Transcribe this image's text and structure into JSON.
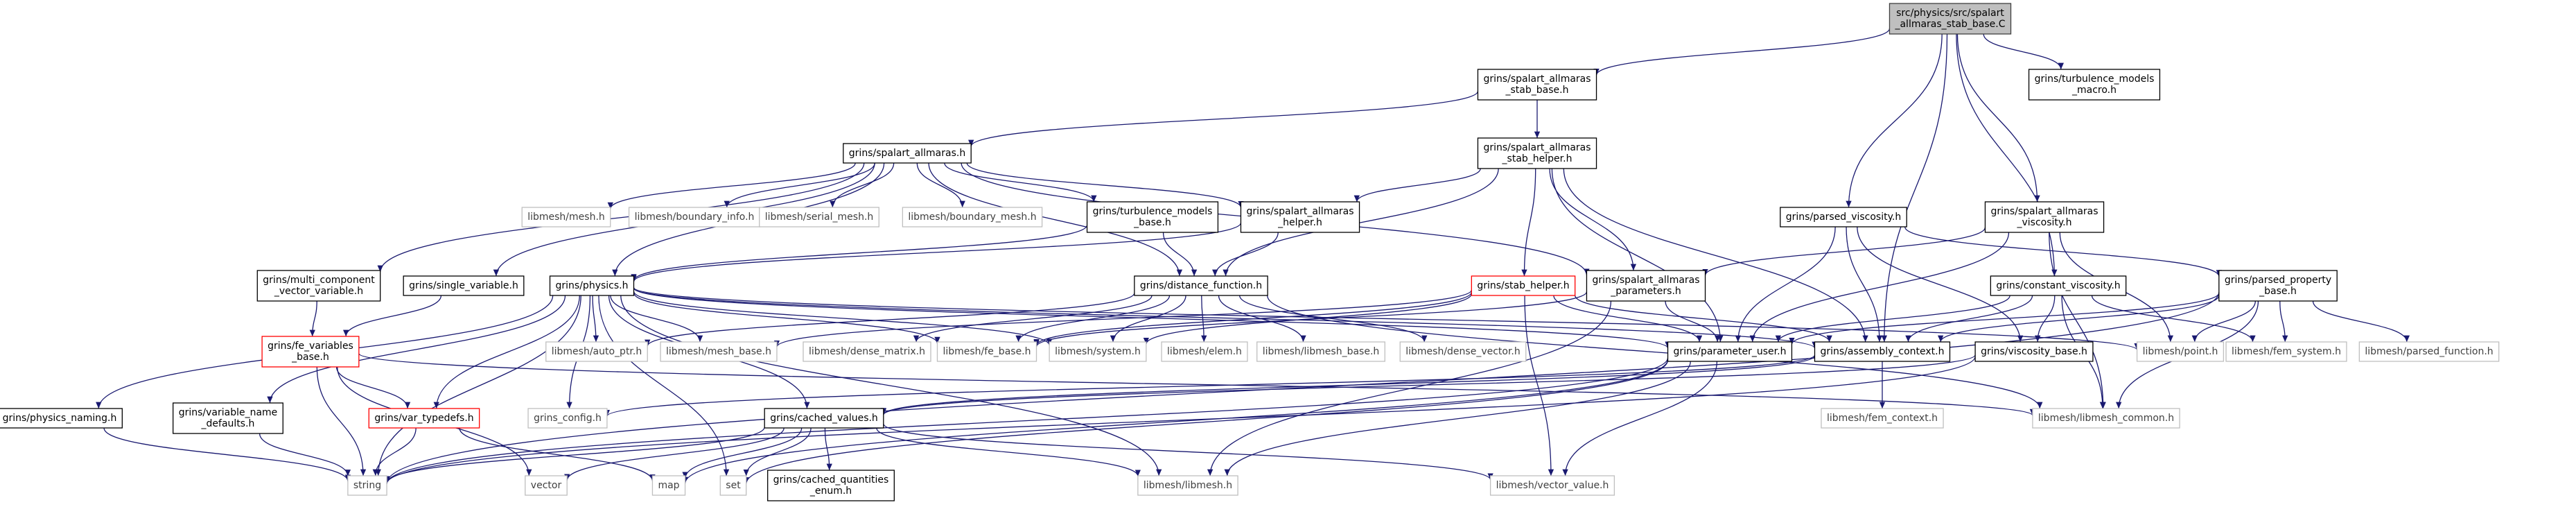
{
  "colors": {
    "edge": "#191970",
    "root_fill": "#bfbfbf",
    "node_border": "#000000",
    "error_border": "#ff0000",
    "external_border": "#bfbfbf",
    "external_text": "#404040",
    "text": "#000000"
  },
  "nodes": [
    {
      "id": "root",
      "kind": "root",
      "lines": [
        "src/physics/src/spalart",
        "_allmaras_stab_base.C"
      ]
    },
    {
      "id": "sa_stab_base",
      "kind": "normal",
      "lines": [
        "grins/spalart_allmaras",
        "_stab_base.h"
      ]
    },
    {
      "id": "turb_models_macro",
      "kind": "normal",
      "lines": [
        "grins/turbulence_models",
        "_macro.h"
      ]
    },
    {
      "id": "sa_h",
      "kind": "normal",
      "lines": [
        "grins/spalart_allmaras.h"
      ]
    },
    {
      "id": "sa_stab_helper",
      "kind": "normal",
      "lines": [
        "grins/spalart_allmaras",
        "_stab_helper.h"
      ]
    },
    {
      "id": "mesh_h",
      "kind": "external",
      "lines": [
        "libmesh/mesh.h"
      ]
    },
    {
      "id": "boundary_info",
      "kind": "external",
      "lines": [
        "libmesh/boundary_info.h"
      ]
    },
    {
      "id": "serial_mesh",
      "kind": "external",
      "lines": [
        "libmesh/serial_mesh.h"
      ]
    },
    {
      "id": "boundary_mesh",
      "kind": "external",
      "lines": [
        "libmesh/boundary_mesh.h"
      ]
    },
    {
      "id": "turb_models_base",
      "kind": "normal",
      "lines": [
        "grins/turbulence_models",
        "_base.h"
      ]
    },
    {
      "id": "sa_helper",
      "kind": "normal",
      "lines": [
        "grins/spalart_allmaras",
        "_helper.h"
      ]
    },
    {
      "id": "parsed_viscosity",
      "kind": "normal",
      "lines": [
        "grins/parsed_viscosity.h"
      ]
    },
    {
      "id": "sa_viscosity",
      "kind": "normal",
      "lines": [
        "grins/spalart_allmaras",
        "_viscosity.h"
      ]
    },
    {
      "id": "multi_comp",
      "kind": "normal",
      "lines": [
        "grins/multi_component",
        "_vector_variable.h"
      ]
    },
    {
      "id": "single_var",
      "kind": "normal",
      "lines": [
        "grins/single_variable.h"
      ]
    },
    {
      "id": "physics_h",
      "kind": "normal",
      "lines": [
        "grins/physics.h"
      ]
    },
    {
      "id": "distance_fn",
      "kind": "normal",
      "lines": [
        "grins/distance_function.h"
      ]
    },
    {
      "id": "stab_helper",
      "kind": "error",
      "lines": [
        "grins/stab_helper.h"
      ]
    },
    {
      "id": "sa_params",
      "kind": "normal",
      "lines": [
        "grins/spalart_allmaras",
        "_parameters.h"
      ]
    },
    {
      "id": "constant_visc",
      "kind": "normal",
      "lines": [
        "grins/constant_viscosity.h"
      ]
    },
    {
      "id": "parsed_prop",
      "kind": "normal",
      "lines": [
        "grins/parsed_property",
        "_base.h"
      ]
    },
    {
      "id": "fe_variables",
      "kind": "error",
      "lines": [
        "grins/fe_variables",
        "_base.h"
      ]
    },
    {
      "id": "auto_ptr",
      "kind": "external",
      "lines": [
        "libmesh/auto_ptr.h"
      ]
    },
    {
      "id": "mesh_base",
      "kind": "external",
      "lines": [
        "libmesh/mesh_base.h"
      ]
    },
    {
      "id": "dense_matrix",
      "kind": "external",
      "lines": [
        "libmesh/dense_matrix.h"
      ]
    },
    {
      "id": "fe_base",
      "kind": "external",
      "lines": [
        "libmesh/fe_base.h"
      ]
    },
    {
      "id": "system_h",
      "kind": "external",
      "lines": [
        "libmesh/system.h"
      ]
    },
    {
      "id": "elem_h",
      "kind": "external",
      "lines": [
        "libmesh/elem.h"
      ]
    },
    {
      "id": "libmesh_base",
      "kind": "external",
      "lines": [
        "libmesh/libmesh_base.h"
      ]
    },
    {
      "id": "dense_vector",
      "kind": "external",
      "lines": [
        "libmesh/dense_vector.h"
      ]
    },
    {
      "id": "param_user",
      "kind": "normal",
      "lines": [
        "grins/parameter_user.h"
      ]
    },
    {
      "id": "assembly_ctx",
      "kind": "normal",
      "lines": [
        "grins/assembly_context.h"
      ]
    },
    {
      "id": "viscosity_base",
      "kind": "normal",
      "lines": [
        "grins/viscosity_base.h"
      ]
    },
    {
      "id": "point_h",
      "kind": "external",
      "lines": [
        "libmesh/point.h"
      ]
    },
    {
      "id": "fem_system",
      "kind": "external",
      "lines": [
        "libmesh/fem_system.h"
      ]
    },
    {
      "id": "parsed_function",
      "kind": "external",
      "lines": [
        "libmesh/parsed_function.h"
      ]
    },
    {
      "id": "physics_naming",
      "kind": "normal",
      "lines": [
        "grins/physics_naming.h"
      ]
    },
    {
      "id": "var_name_defaults",
      "kind": "normal",
      "lines": [
        "grins/variable_name",
        "_defaults.h"
      ]
    },
    {
      "id": "var_typedefs",
      "kind": "error",
      "lines": [
        "grins/var_typedefs.h"
      ]
    },
    {
      "id": "grins_config",
      "kind": "external",
      "lines": [
        "grins_config.h"
      ]
    },
    {
      "id": "cached_values",
      "kind": "normal",
      "lines": [
        "grins/cached_values.h"
      ]
    },
    {
      "id": "fem_context",
      "kind": "external",
      "lines": [
        "libmesh/fem_context.h"
      ]
    },
    {
      "id": "libmesh_common",
      "kind": "external",
      "lines": [
        "libmesh/libmesh_common.h"
      ]
    },
    {
      "id": "string",
      "kind": "external",
      "lines": [
        "string"
      ]
    },
    {
      "id": "vector",
      "kind": "external",
      "lines": [
        "vector"
      ]
    },
    {
      "id": "map",
      "kind": "external",
      "lines": [
        "map"
      ]
    },
    {
      "id": "set",
      "kind": "external",
      "lines": [
        "set"
      ]
    },
    {
      "id": "cached_quantities",
      "kind": "normal",
      "lines": [
        "grins/cached_quantities",
        "_enum.h"
      ]
    },
    {
      "id": "libmesh_h",
      "kind": "external",
      "lines": [
        "libmesh/libmesh.h"
      ]
    },
    {
      "id": "vector_value",
      "kind": "external",
      "lines": [
        "libmesh/vector_value.h"
      ]
    }
  ],
  "edges": [
    [
      "root",
      "sa_stab_base"
    ],
    [
      "root",
      "turb_models_macro"
    ],
    [
      "root",
      "parsed_viscosity"
    ],
    [
      "root",
      "sa_viscosity"
    ],
    [
      "root",
      "constant_visc"
    ],
    [
      "root",
      "assembly_ctx"
    ],
    [
      "sa_stab_base",
      "sa_h"
    ],
    [
      "sa_stab_base",
      "sa_stab_helper"
    ],
    [
      "sa_h",
      "multi_comp"
    ],
    [
      "sa_h",
      "single_var"
    ],
    [
      "sa_h",
      "physics_h"
    ],
    [
      "sa_h",
      "mesh_h"
    ],
    [
      "sa_h",
      "boundary_info"
    ],
    [
      "sa_h",
      "serial_mesh"
    ],
    [
      "sa_h",
      "boundary_mesh"
    ],
    [
      "sa_h",
      "turb_models_base"
    ],
    [
      "sa_h",
      "sa_helper"
    ],
    [
      "sa_h",
      "distance_fn"
    ],
    [
      "sa_h",
      "sa_params"
    ],
    [
      "sa_stab_helper",
      "sa_helper"
    ],
    [
      "sa_stab_helper",
      "distance_fn"
    ],
    [
      "sa_stab_helper",
      "stab_helper"
    ],
    [
      "sa_stab_helper",
      "sa_params"
    ],
    [
      "sa_stab_helper",
      "param_user"
    ],
    [
      "sa_stab_helper",
      "assembly_ctx"
    ],
    [
      "turb_models_base",
      "physics_h"
    ],
    [
      "turb_models_base",
      "distance_fn"
    ],
    [
      "sa_helper",
      "physics_h"
    ],
    [
      "sa_helper",
      "distance_fn"
    ],
    [
      "parsed_viscosity",
      "parsed_prop"
    ],
    [
      "parsed_viscosity",
      "param_user"
    ],
    [
      "parsed_viscosity",
      "assembly_ctx"
    ],
    [
      "parsed_viscosity",
      "viscosity_base"
    ],
    [
      "sa_viscosity",
      "sa_params"
    ],
    [
      "sa_viscosity",
      "param_user"
    ],
    [
      "sa_viscosity",
      "point_h"
    ],
    [
      "sa_viscosity",
      "libmesh_common"
    ],
    [
      "multi_comp",
      "fe_variables"
    ],
    [
      "single_var",
      "fe_variables"
    ],
    [
      "physics_h",
      "physics_naming"
    ],
    [
      "physics_h",
      "var_name_defaults"
    ],
    [
      "physics_h",
      "var_typedefs"
    ],
    [
      "physics_h",
      "grins_config"
    ],
    [
      "physics_h",
      "cached_values"
    ],
    [
      "physics_h",
      "auto_ptr"
    ],
    [
      "physics_h",
      "mesh_base"
    ],
    [
      "physics_h",
      "fe_base"
    ],
    [
      "physics_h",
      "system_h"
    ],
    [
      "physics_h",
      "param_user"
    ],
    [
      "physics_h",
      "assembly_ctx"
    ],
    [
      "physics_h",
      "point_h"
    ],
    [
      "physics_h",
      "string"
    ],
    [
      "physics_h",
      "set"
    ],
    [
      "physics_h",
      "libmesh_h"
    ],
    [
      "distance_fn",
      "auto_ptr"
    ],
    [
      "distance_fn",
      "dense_matrix"
    ],
    [
      "distance_fn",
      "fe_base"
    ],
    [
      "distance_fn",
      "system_h"
    ],
    [
      "distance_fn",
      "elem_h"
    ],
    [
      "distance_fn",
      "libmesh_base"
    ],
    [
      "distance_fn",
      "dense_vector"
    ],
    [
      "distance_fn",
      "libmesh_common"
    ],
    [
      "stab_helper",
      "param_user"
    ],
    [
      "stab_helper",
      "assembly_ctx"
    ],
    [
      "stab_helper",
      "system_h"
    ],
    [
      "stab_helper",
      "fe_base"
    ],
    [
      "stab_helper",
      "mesh_base"
    ],
    [
      "stab_helper",
      "vector_value"
    ],
    [
      "sa_params",
      "param_user"
    ],
    [
      "sa_params",
      "libmesh_h"
    ],
    [
      "sa_params",
      "fe_base"
    ],
    [
      "constant_visc",
      "viscosity_base"
    ],
    [
      "constant_visc",
      "param_user"
    ],
    [
      "constant_visc",
      "assembly_ctx"
    ],
    [
      "constant_visc",
      "fem_system"
    ],
    [
      "constant_visc",
      "libmesh_common"
    ],
    [
      "parsed_prop",
      "param_user"
    ],
    [
      "parsed_prop",
      "assembly_ctx"
    ],
    [
      "parsed_prop",
      "point_h"
    ],
    [
      "parsed_prop",
      "fem_system"
    ],
    [
      "parsed_prop",
      "parsed_function"
    ],
    [
      "parsed_prop",
      "libmesh_common"
    ],
    [
      "parsed_prop",
      "string"
    ],
    [
      "fe_variables",
      "var_typedefs"
    ],
    [
      "fe_variables",
      "string"
    ],
    [
      "fe_variables",
      "vector"
    ],
    [
      "fe_variables",
      "libmesh_common"
    ],
    [
      "var_name_defaults",
      "string"
    ],
    [
      "var_typedefs",
      "string"
    ],
    [
      "var_typedefs",
      "map"
    ],
    [
      "physics_naming",
      "string"
    ],
    [
      "param_user",
      "string"
    ],
    [
      "param_user",
      "map"
    ],
    [
      "param_user",
      "set"
    ],
    [
      "param_user",
      "libmesh_h"
    ],
    [
      "param_user",
      "vector_value"
    ],
    [
      "assembly_ctx",
      "fem_context"
    ],
    [
      "assembly_ctx",
      "cached_values"
    ],
    [
      "assembly_ctx",
      "grins_config"
    ],
    [
      "viscosity_base",
      "cached_values"
    ],
    [
      "viscosity_base",
      "string"
    ],
    [
      "cached_values",
      "cached_quantities"
    ],
    [
      "cached_values",
      "vector"
    ],
    [
      "cached_values",
      "map"
    ],
    [
      "cached_values",
      "set"
    ],
    [
      "cached_values",
      "libmesh_h"
    ],
    [
      "cached_values",
      "vector_value"
    ],
    [
      "cached_values",
      "string"
    ]
  ]
}
